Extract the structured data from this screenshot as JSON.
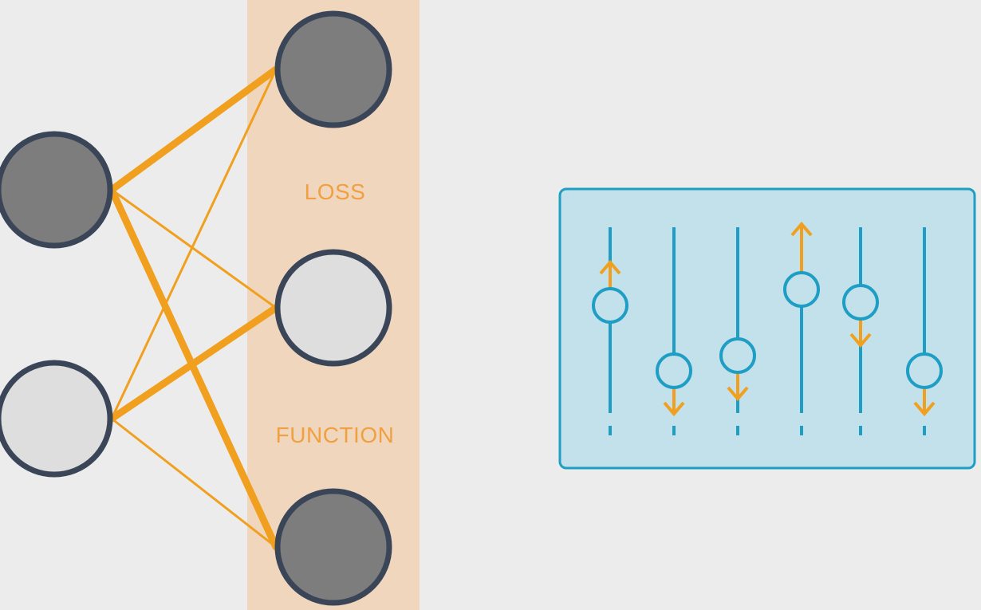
{
  "labels": {
    "loss": "LOSS",
    "function": "FUNCTION"
  },
  "network": {
    "input_nodes": [
      {
        "id": "in-1",
        "shade": "dark"
      },
      {
        "id": "in-2",
        "shade": "light"
      }
    ],
    "output_nodes": [
      {
        "id": "out-1",
        "shade": "dark"
      },
      {
        "id": "out-2",
        "shade": "light"
      },
      {
        "id": "out-3",
        "shade": "dark"
      }
    ],
    "connections": [
      {
        "from": "in-1",
        "to": "out-1",
        "weight": "thick"
      },
      {
        "from": "in-1",
        "to": "out-2",
        "weight": "thin"
      },
      {
        "from": "in-1",
        "to": "out-3",
        "weight": "thick"
      },
      {
        "from": "in-2",
        "to": "out-1",
        "weight": "thin"
      },
      {
        "from": "in-2",
        "to": "out-2",
        "weight": "thick"
      },
      {
        "from": "in-2",
        "to": "out-3",
        "weight": "thin"
      }
    ]
  },
  "sliders_panel": {
    "sliders": [
      {
        "direction": "up"
      },
      {
        "direction": "down"
      },
      {
        "direction": "down"
      },
      {
        "direction": "up"
      },
      {
        "direction": "down"
      },
      {
        "direction": "down"
      }
    ]
  },
  "colors": {
    "background": "#ececec",
    "loss_band": "#f0d6bd",
    "edge": "#f0a01e",
    "label": "#f0a040",
    "node_dark_fill": "#7d7d7d",
    "node_light_fill": "#dedede",
    "node_stroke": "#3a4658",
    "panel_fill": "#c3e1ea",
    "panel_stroke": "#1e9ec4",
    "slider": "#1e9ec4",
    "arrow": "#f0a01e"
  }
}
